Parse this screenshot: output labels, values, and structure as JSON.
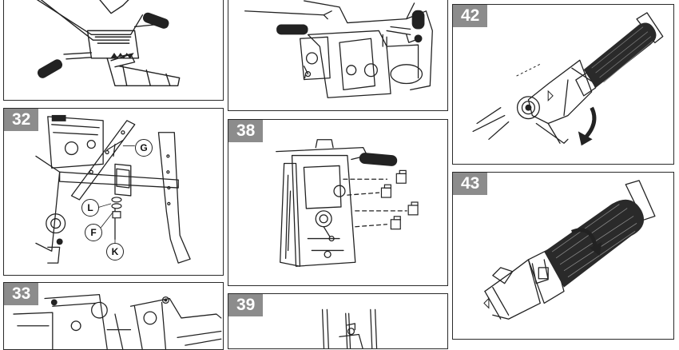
{
  "panels": {
    "p31": {
      "step": ""
    },
    "p37": {
      "step": ""
    },
    "p42": {
      "step": "42"
    },
    "p32": {
      "step": "32",
      "callouts": {
        "g": "G",
        "l": "L",
        "f": "F",
        "k": "K"
      }
    },
    "p38": {
      "step": "38"
    },
    "p43": {
      "step": "43"
    },
    "p33": {
      "step": "33"
    },
    "p39": {
      "step": "39"
    }
  }
}
